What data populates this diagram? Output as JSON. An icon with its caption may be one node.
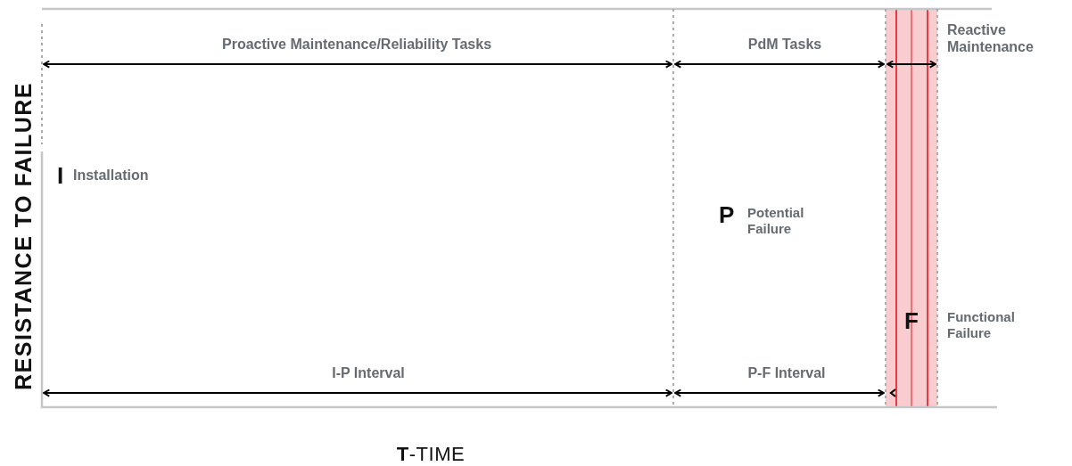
{
  "diagram": {
    "labels": [
      "Proactive Maintenance/Reliability Tasks",
      "PdM Tasks",
      "Reactive Maintenance",
      "I",
      "Installation",
      "P",
      "Potential Failure",
      "F",
      "Functional Failure",
      "I-P Interval",
      "P-F Interval",
      "RESISTANCE TO FAILURE",
      "**T**-TIME"
    ]
  }
}
